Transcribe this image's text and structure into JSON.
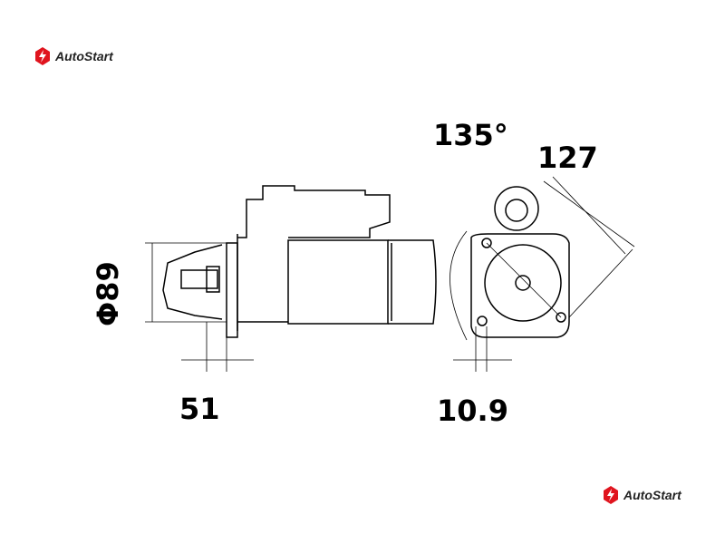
{
  "logos": {
    "top_left": "AutoStart",
    "bottom_right": "AutoStart"
  },
  "dimensions": {
    "diameter": "Φ89",
    "flange": "51",
    "angle": "135°",
    "bolt_span": "127",
    "offset": "10.9"
  },
  "colors": {
    "logo": "#e0141e",
    "line": "#000000"
  }
}
